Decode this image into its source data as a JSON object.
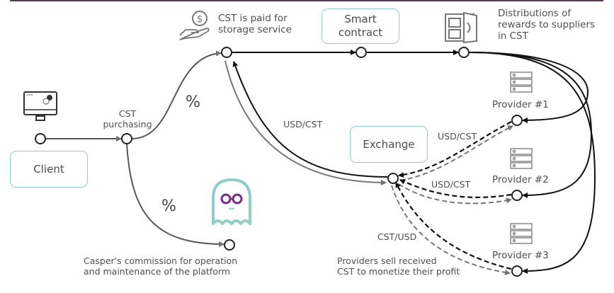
{
  "diagram": {
    "title_bar_color": "#5b3a57",
    "accent_color": "#8fcfc6",
    "ghost_glasses_color": "#7a2c7e",
    "nodes": {
      "client": {
        "label": "Client",
        "icon": "computer-settings-icon"
      },
      "smart_contract": {
        "label": "Smart\ncontract"
      },
      "exchange": {
        "label": "Exchange"
      },
      "provider1": {
        "label": "Provider #1",
        "icon": "server-icon"
      },
      "provider2": {
        "label": "Provider #2",
        "icon": "server-icon"
      },
      "provider3": {
        "label": "Provider #3",
        "icon": "server-icon"
      },
      "casper": {
        "icon": "ghost-logo-icon"
      }
    },
    "labels": {
      "cst_purchasing": "CST\npurchasing",
      "cst_paid": "CST is paid for\nstorage service",
      "distributions": "Distributions of\nrewards to suppliers\nin CST",
      "casper_commission": "Casper's commission for operation\nand maintenance of the platform",
      "providers_sell": "Providers sell received\nCST to monetize their profit",
      "usd_cst_main": "USD/CST",
      "usd_cst_p1": "USD/CST",
      "usd_cst_p2": "USD/CST",
      "cst_usd_p3": "CST/USD",
      "percent_top": "%",
      "percent_bottom": "%"
    },
    "icons": {
      "payment": "hand-coin-icon",
      "safe": "safe-vault-icon"
    }
  }
}
